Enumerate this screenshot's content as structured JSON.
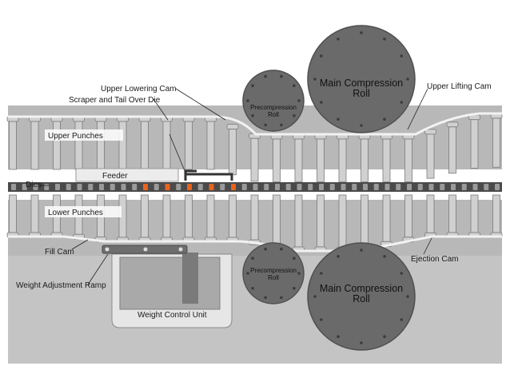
{
  "labels": {
    "upper_lowering_cam": "Upper Lowering Cam",
    "scraper": "Scraper and Tail Over Die",
    "upper_lifting_cam": "Upper Lifting Cam",
    "upper_punches": "Upper Punches",
    "feeder": "Feeder",
    "dies": "Dies",
    "lower_punches": "Lower Punches",
    "fill_cam": "Fill Cam",
    "weight_adjustment_ramp": "Weight Adjustment Ramp",
    "weight_control_unit": "Weight Control Unit",
    "ejection_cam": "Ejection Cam"
  },
  "rolls": {
    "main_upper": {
      "line1": "Main Compression",
      "line2": "Roll"
    },
    "pre_upper": {
      "line1": "Precompression",
      "line2": "Roll"
    },
    "main_lower": {
      "line1": "Main Compression",
      "line2": "Roll"
    },
    "pre_lower": {
      "line1": "Precompression",
      "line2": "Roll"
    }
  },
  "colors": {
    "band": "#b5b5b5",
    "punch": "#d0d0d0",
    "punch_stroke": "#7a7a7a",
    "roll": "#6a6a6a",
    "die_dark": "#4a4a4a",
    "fill_powder": "#e8641e"
  }
}
